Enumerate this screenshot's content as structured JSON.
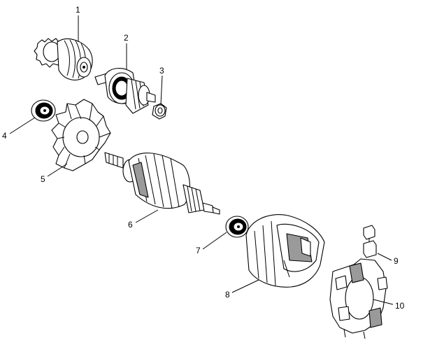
{
  "callouts": [
    {
      "num": "1"
    },
    {
      "num": "2"
    },
    {
      "num": "3"
    },
    {
      "num": "4"
    },
    {
      "num": "5"
    },
    {
      "num": "6"
    },
    {
      "num": "7"
    },
    {
      "num": "8"
    },
    {
      "num": "9"
    },
    {
      "num": "10"
    }
  ],
  "colors": {
    "ink": "#000000",
    "shade": "#9a9a9a",
    "paper": "#ffffff"
  }
}
